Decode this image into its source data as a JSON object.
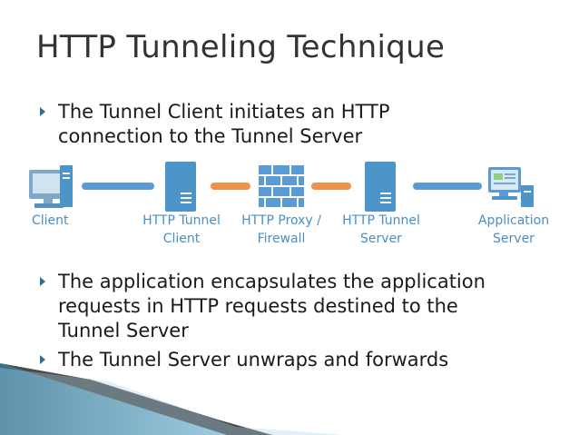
{
  "title": "HTTP Tunneling Technique",
  "bullets_top": [
    {
      "line1": "The Tunnel Client initiates an HTTP",
      "line2": "connection to the Tunnel Server"
    }
  ],
  "bullets_bottom": [
    {
      "line1": "The application encapsulates the application",
      "line2": "requests in HTTP requests destined to the",
      "line3": "Tunnel Server"
    },
    {
      "line1": "The Tunnel Server unwraps and forwards"
    }
  ],
  "diagram": {
    "nodes": [
      {
        "line1": "Client",
        "line2": ""
      },
      {
        "line1": "HTTP Tunnel",
        "line2": "Client"
      },
      {
        "line1": "HTTP Proxy /",
        "line2": "Firewall"
      },
      {
        "line1": "HTTP Tunnel",
        "line2": "Server"
      },
      {
        "line1": "Application",
        "line2": "Server"
      }
    ]
  },
  "colors": {
    "blue_link": "#5b9bd5",
    "orange_link": "#f0924a",
    "server_body": "#4d94c8",
    "label_blue": "#4a8fc4"
  }
}
